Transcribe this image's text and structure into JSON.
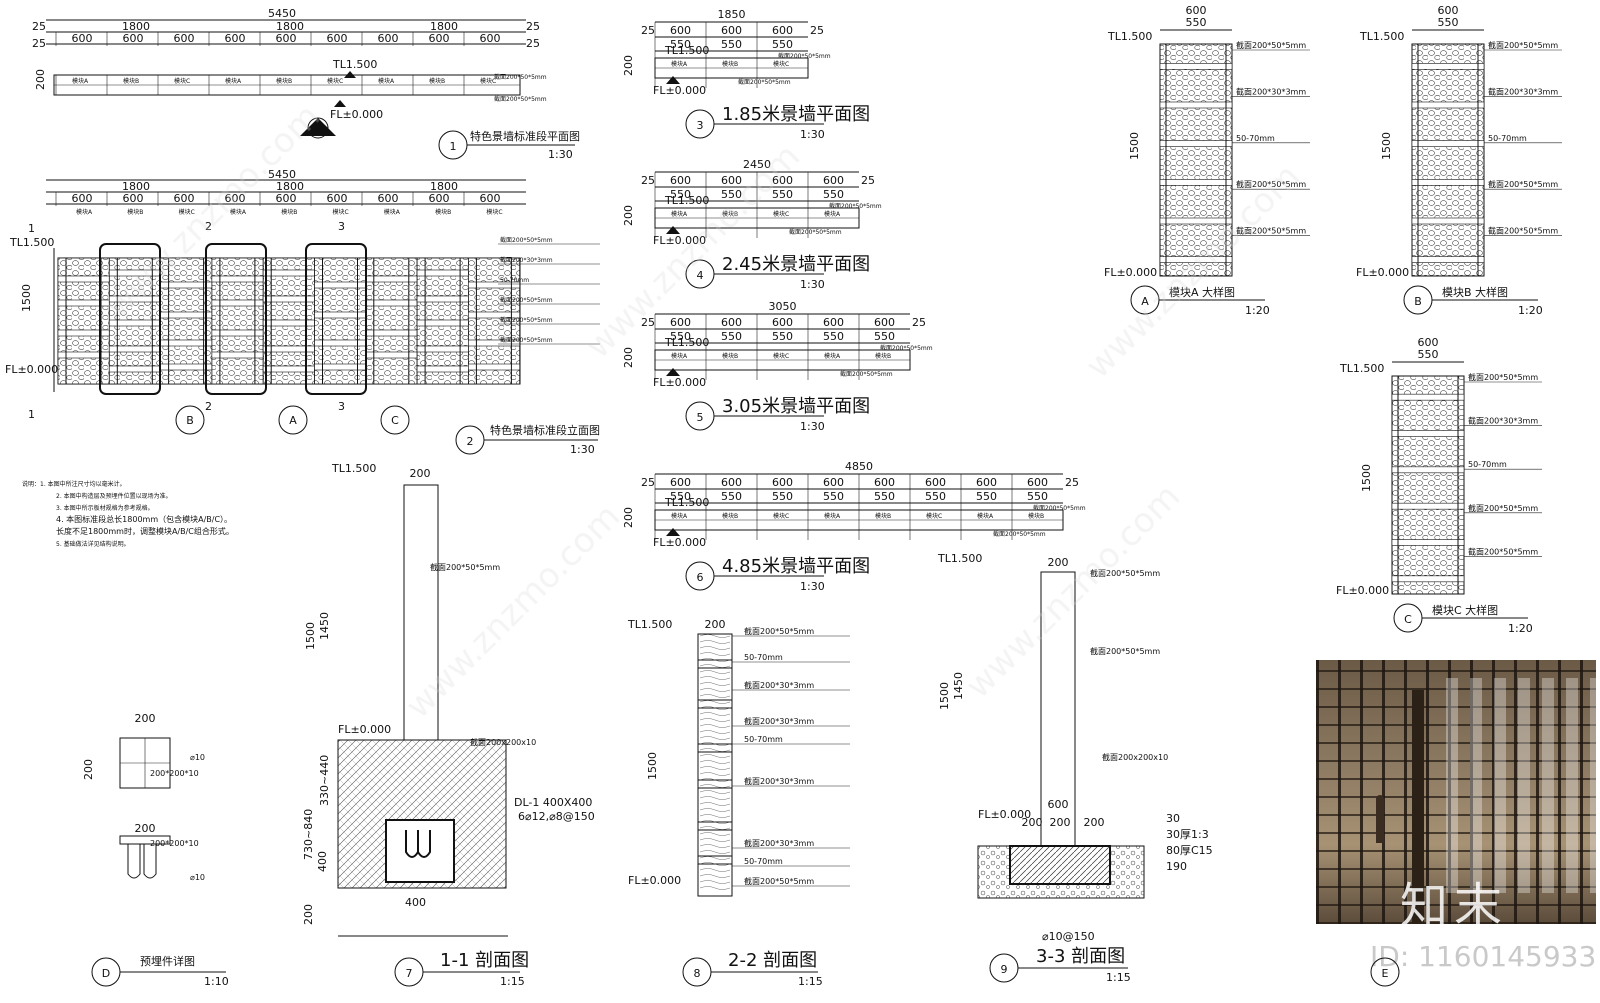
{
  "drawings": {
    "d1": {
      "num": "1",
      "title": "特色景墙标准段平面图",
      "scale": "1:30"
    },
    "d2": {
      "num": "2",
      "title": "特色景墙标准段立面图",
      "scale": "1:30"
    },
    "d3": {
      "num": "3",
      "title": "1.85米景墙平面图",
      "scale": "1:30"
    },
    "d4": {
      "num": "4",
      "title": "2.45米景墙平面图",
      "scale": "1:30"
    },
    "d5": {
      "num": "5",
      "title": "3.05米景墙平面图",
      "scale": "1:30"
    },
    "d6": {
      "num": "6",
      "title": "4.85米景墙平面图",
      "scale": "1:30"
    },
    "d7": {
      "num": "7",
      "title": "1-1 剖面图",
      "scale": "1:15"
    },
    "d8": {
      "num": "8",
      "title": "2-2 剖面图",
      "scale": "1:15"
    },
    "d9": {
      "num": "9",
      "title": "3-3 剖面图",
      "scale": "1:15"
    },
    "dA": {
      "num": "A",
      "title": "模块A 大样图",
      "scale": "1:20"
    },
    "dB": {
      "num": "B",
      "title": "模块B 大样图",
      "scale": "1:20"
    },
    "dC": {
      "num": "C",
      "title": "模块C 大样图",
      "scale": "1:20"
    },
    "dD": {
      "num": "D",
      "title": "预埋件详图",
      "scale": "1:10"
    },
    "dE": {
      "num": "E"
    }
  },
  "dims": {
    "total_5450": "5450",
    "seg_1800": "1800",
    "seg_600": "600",
    "edge_25": "25",
    "w_1850": "1850",
    "w_2450": "2450",
    "w_3050": "3050",
    "w_4850": "4850",
    "in_550": "550",
    "d_50": "50",
    "h_200": "200",
    "h_1500": "1500",
    "h_1450": "1450",
    "h_400": "400",
    "h_70": "70",
    "range_730_840": "730~840",
    "range_330_440": "330~440"
  },
  "levels": {
    "tl": "TL1.500",
    "fl": "FL±0.000"
  },
  "modules": [
    "模块A",
    "模块B",
    "模块C"
  ],
  "callouts": {
    "steel_50": "截面200*50*5mm",
    "steel_30": "截面200*30*3mm",
    "stone": "50-70mm",
    "plate": "截面200x200x10",
    "beam": "DL-1  400X400",
    "rebar": "6⌀12,⌀8@150",
    "plate2": "200*200*10",
    "bar10": "⌀10",
    "layers": [
      "30",
      "30厚1:3",
      "80厚C15",
      "190"
    ],
    "rebar2": "⌀10@150",
    "w600": "600"
  },
  "notes": [
    "说明：1. 本图中所注尺寸均以毫米计。",
    "2. 本图中构造层及预埋件位置以现场为准。",
    "3. 本图中所示板材规格为参考规格。",
    "4. 本图标准段总长1800mm（包含模块A/B/C）。",
    "长度不足1800mm时，调整模块A/B/C组合形式。",
    "5. 基础做法详见结构说明。"
  ],
  "brand": {
    "logo": "知末",
    "id": "ID: 1160145933"
  },
  "watermark": "www.znzmo.com"
}
